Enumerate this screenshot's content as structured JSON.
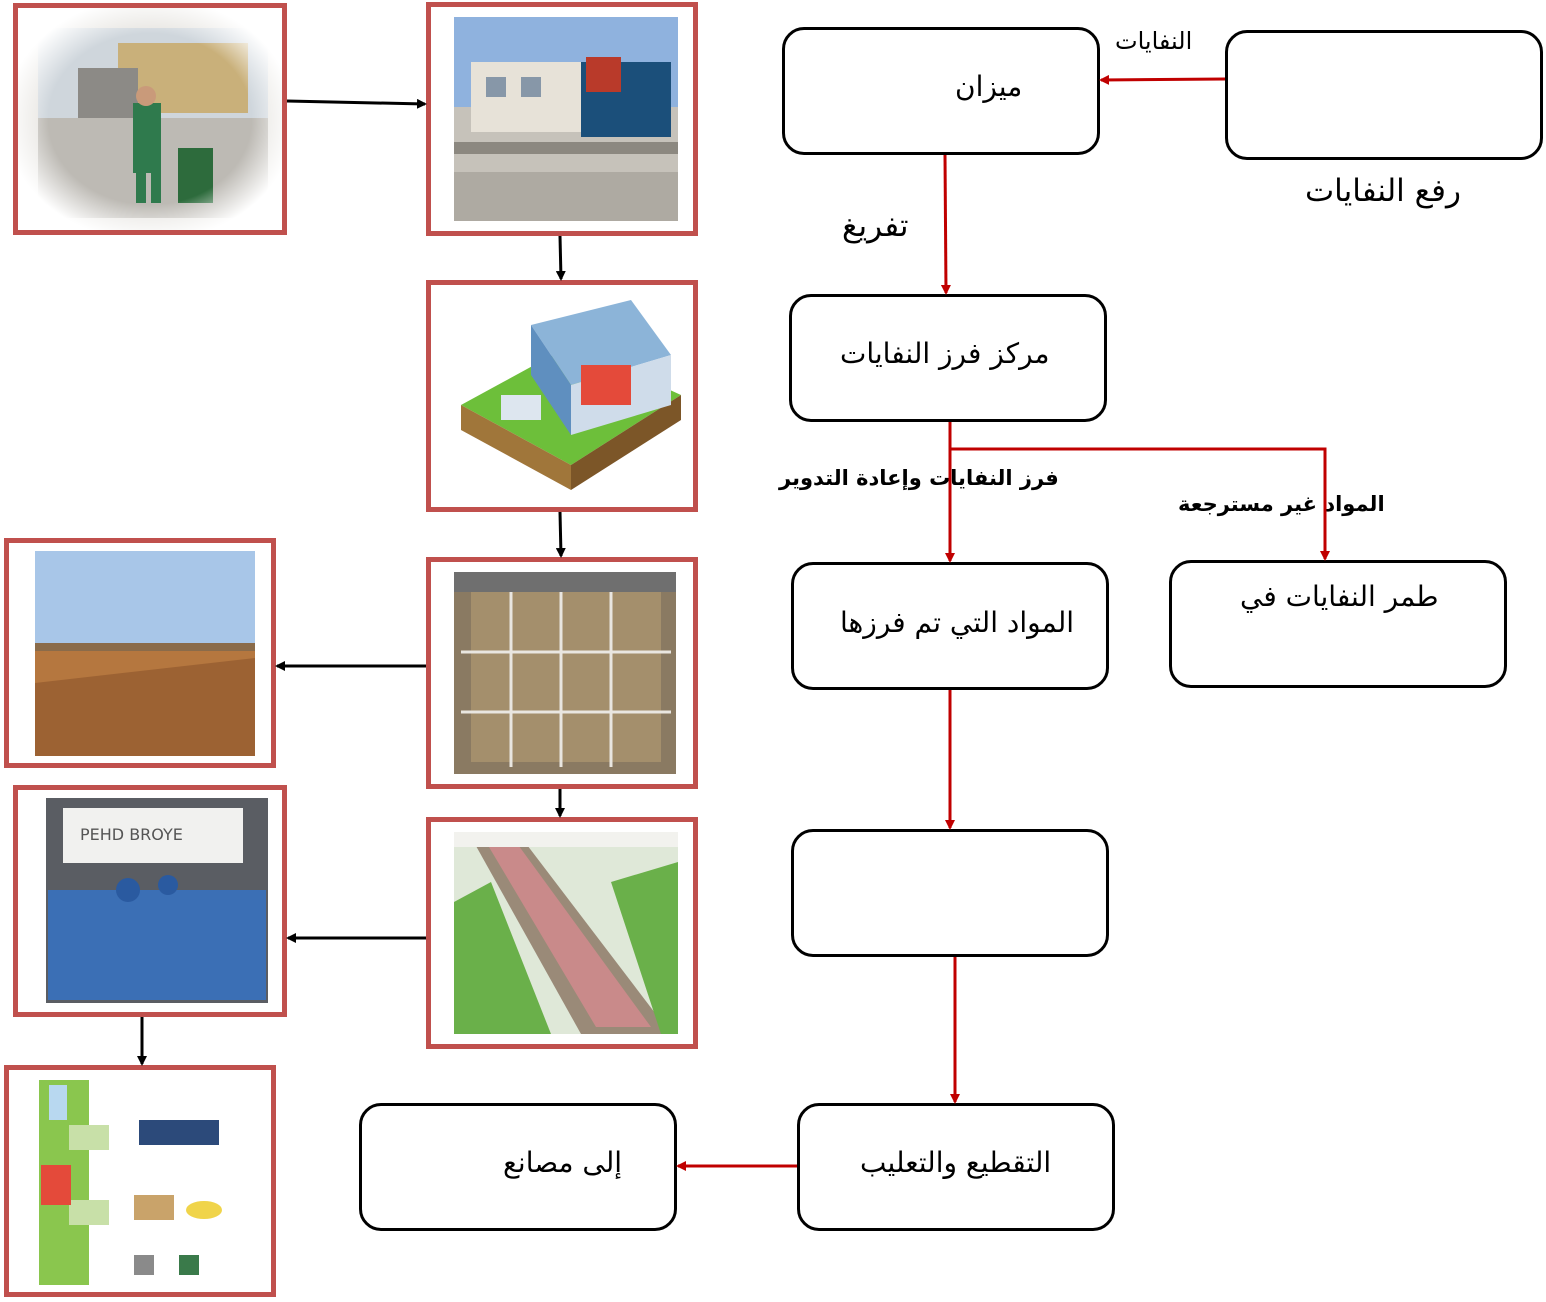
{
  "flow": {
    "raf": "رفع النفايات",
    "mizan": "ميزان",
    "markaz": "مركز فرز النفايات",
    "mawad": "المواد التي تم فرزها",
    "tamr": "طمر النفايات في",
    "empty_box": "",
    "taqti": "التقطيع والتعليب",
    "masane": "إلى مصانع"
  },
  "edges": {
    "nafayat": "النفايات",
    "tafrigh": "تفريغ",
    "farz": "فرز النفايات  وإعادة التدوير",
    "ghayr": "المواد غير مسترجعة"
  },
  "photos": {
    "pehd_sign": "PEHD BROYE"
  },
  "colors": {
    "frame": "#c0504d",
    "red_arrow": "#c00000",
    "black_arrow": "#000000"
  }
}
